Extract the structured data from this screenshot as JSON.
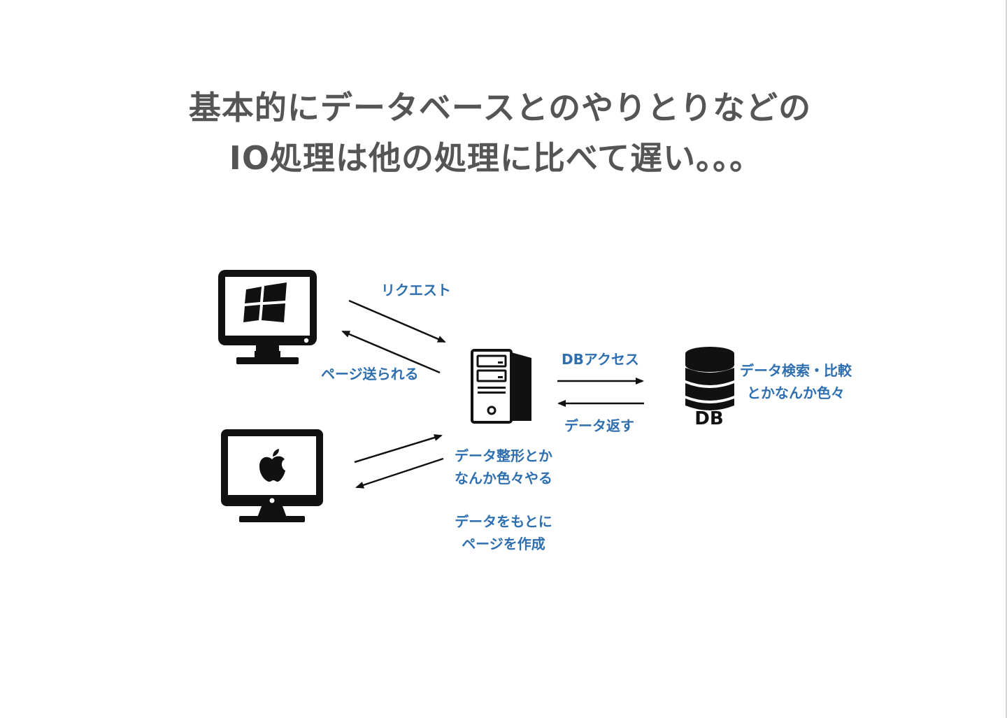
{
  "slide": {
    "title_line1": "基本的にデータベースとのやりとりなどの",
    "title_line2": "IO処理は他の処理に比べて遅い。。。"
  },
  "diagram": {
    "request_label": "リクエスト",
    "page_sent_label": "ページ送られる",
    "db_access_label": "DBアクセス",
    "data_return_label": "データ返す",
    "db_text": "DB",
    "db_search_line1": "データ検索・比較",
    "db_search_line2": "とかなんか色々",
    "server_work_line1": "データ整形とか",
    "server_work_line2": "なんか色々やる",
    "page_build_line1": "データをもとに",
    "page_build_line2": "ページを作成"
  },
  "colors": {
    "title": "#555555",
    "label": "#2f6fb0",
    "icon": "#111111"
  },
  "icons": [
    "windows-monitor-icon",
    "apple-monitor-icon",
    "server-tower-icon",
    "database-icon"
  ]
}
